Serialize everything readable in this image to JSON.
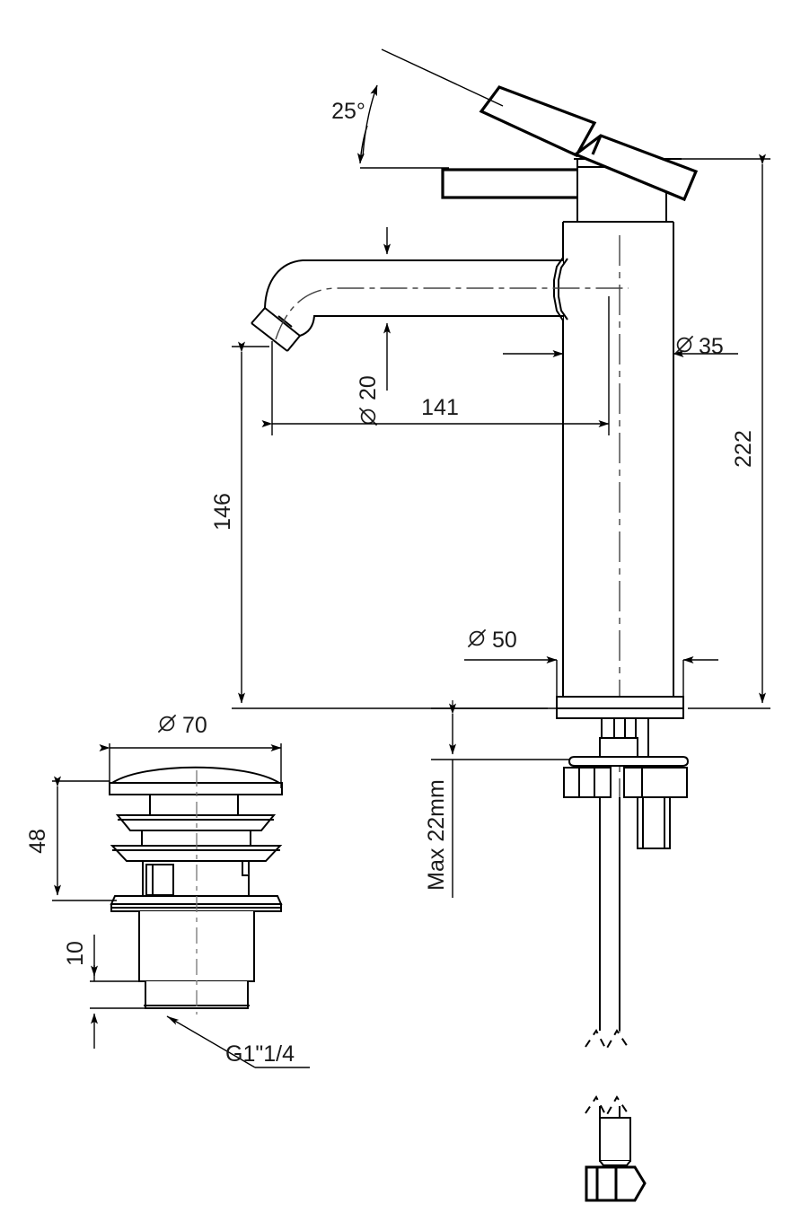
{
  "drawing": {
    "title": "Basin mixer tap and pop-up waste dimensional drawing",
    "line_color": "#000000",
    "text_color": "#1a1a1a",
    "background": "#ffffff"
  },
  "dimensions": {
    "angle_handle": "25°",
    "spout_diameter": "⌀ 20",
    "spout_reach": "141",
    "body_diameter": "⌀ 35",
    "spout_height": "146",
    "total_height": "222",
    "base_diameter": "⌀ 50",
    "max_thickness": "Max 22mm",
    "waste_cap_diameter": "⌀ 70",
    "waste_body_height": "48",
    "waste_thread_height": "10",
    "waste_thread_size": "G1\"1/4"
  },
  "labels": [
    {
      "id": "angle-25",
      "text": "25°",
      "rotated": false
    },
    {
      "id": "dia-20",
      "text": "⌀ 20",
      "rotated": true
    },
    {
      "id": "len-141",
      "text": "141",
      "rotated": false
    },
    {
      "id": "dia-35",
      "text": "⌀ 35",
      "rotated": false
    },
    {
      "id": "len-146",
      "text": "146",
      "rotated": true
    },
    {
      "id": "len-222",
      "text": "222",
      "rotated": true
    },
    {
      "id": "dia-50",
      "text": "⌀ 50",
      "rotated": false
    },
    {
      "id": "max-22mm",
      "text": "Max 22mm",
      "rotated": true
    },
    {
      "id": "dia-70",
      "text": "⌀ 70",
      "rotated": false
    },
    {
      "id": "len-48",
      "text": "48",
      "rotated": true
    },
    {
      "id": "len-10",
      "text": "10",
      "rotated": true
    },
    {
      "id": "thread-g114",
      "text": "G1\"1/4",
      "rotated": false
    }
  ],
  "parts": [
    {
      "id": "tap-body",
      "name": "Tall basin mixer body"
    },
    {
      "id": "tap-handle",
      "name": "Single lever handle shown open and closed"
    },
    {
      "id": "tap-spout",
      "name": "Curved swan-neck spout"
    },
    {
      "id": "mounting-hardware",
      "name": "Threaded stud, washer and fixing nut"
    },
    {
      "id": "flexible-hose",
      "name": "Flexible supply hose with break lines"
    },
    {
      "id": "hose-fitting",
      "name": "Hose hex connector fitting"
    },
    {
      "id": "pop-up-waste",
      "name": "Click-clack pop-up waste"
    }
  ]
}
